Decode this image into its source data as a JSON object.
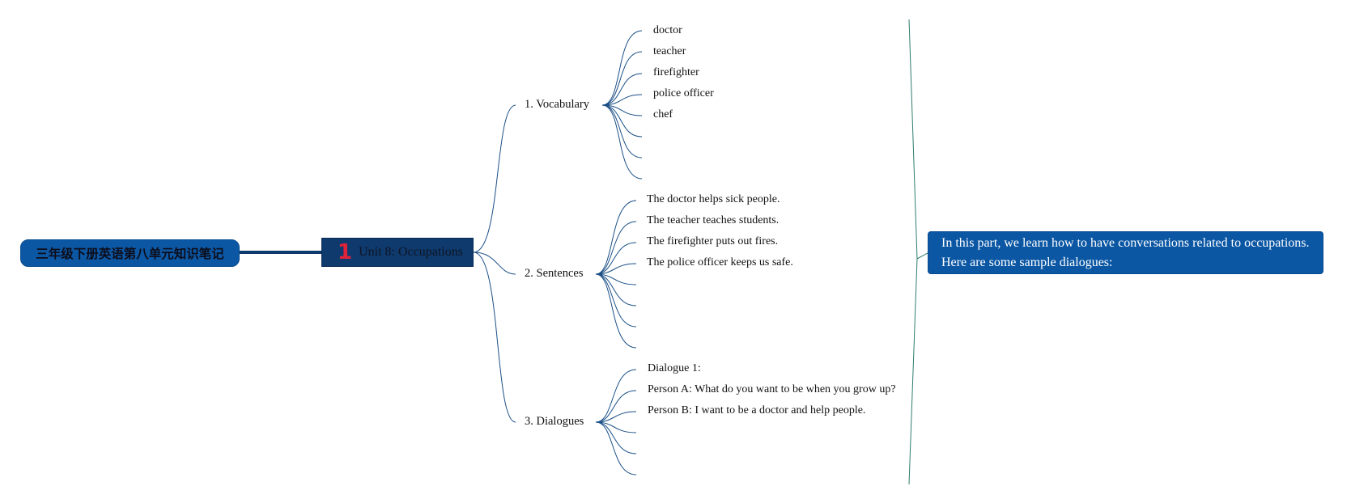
{
  "root": {
    "title": "三年级下册英语第八单元知识笔记"
  },
  "unit": {
    "number": "1",
    "title": "Unit 8: Occupations"
  },
  "sections": [
    {
      "title": "1. Vocabulary",
      "items": [
        "doctor",
        "teacher",
        "firefighter",
        "police officer",
        "chef",
        "",
        "",
        ""
      ]
    },
    {
      "title": "2. Sentences",
      "items": [
        "The doctor helps sick people.",
        "The teacher teaches students.",
        "The firefighter puts out fires.",
        "The police officer keeps us safe.",
        "",
        "",
        "",
        ""
      ]
    },
    {
      "title": "3. Dialogues",
      "items": [
        "Dialogue 1:",
        "Person A: What do you want to be when you grow up?",
        "Person B: I want to be a doctor and help people.",
        "",
        "",
        ""
      ]
    }
  ],
  "note": {
    "line1": "In this part, we learn how to have conversations related to occupations.",
    "line2": "Here are some sample dialogues:"
  },
  "colors": {
    "root_bg": "#0b57a4",
    "unit_bg": "#0e3a6e",
    "line": "#1b4f86",
    "accent_number": "#e0223a"
  }
}
